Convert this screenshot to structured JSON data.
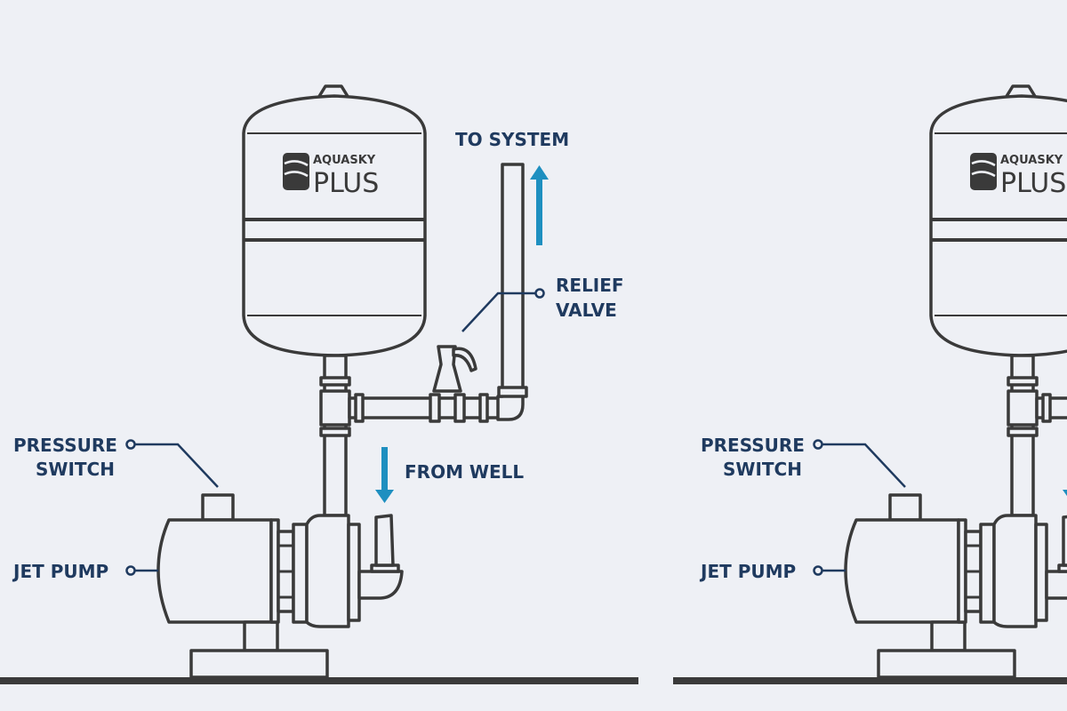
{
  "brand": {
    "line1": "AQUASKY",
    "line2": "PLUS"
  },
  "labels": {
    "to_system": "TO SYSTEM",
    "relief_valve_1": "RELIEF",
    "relief_valve_2": "VALVE",
    "pressure_switch_1": "PRESSURE",
    "pressure_switch_2": "SWITCH",
    "from_well": "FROM WELL",
    "jet_pump": "JET PUMP"
  },
  "colors": {
    "background": "#eef0f5",
    "outline": "#3a3a3a",
    "label": "#1f3a5f",
    "flow_arrow": "#1e8fc0"
  }
}
